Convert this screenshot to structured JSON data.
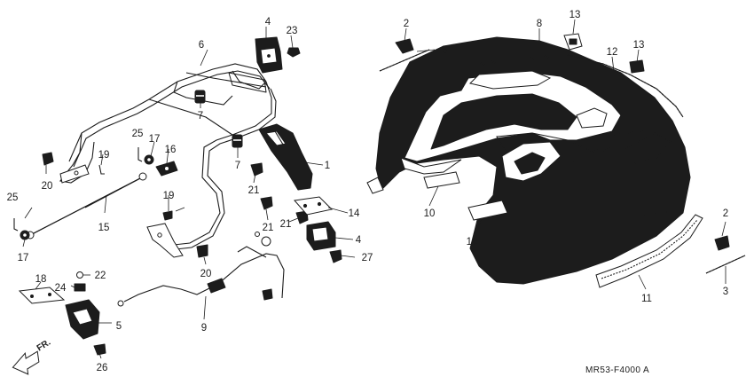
{
  "diagram_code": "MR53-F4000 A",
  "direction_label": "FR.",
  "callouts": {
    "c1": "1",
    "c2a": "2",
    "c2b": "2",
    "c3a": "3",
    "c3b": "3",
    "c4a": "4",
    "c4b": "4",
    "c5": "5",
    "c6": "6",
    "c7a": "7",
    "c7b": "7",
    "c8": "8",
    "c9": "9",
    "c10a": "10",
    "c10b": "10",
    "c11": "11",
    "c12": "12",
    "c13a": "13",
    "c13b": "13",
    "c14": "14",
    "c15": "15",
    "c16": "16",
    "c17a": "17",
    "c17b": "17",
    "c18": "18",
    "c19a": "19",
    "c19b": "19",
    "c20a": "20",
    "c20b": "20",
    "c21a": "21",
    "c21b": "21",
    "c21c": "21",
    "c22": "22",
    "c23": "23",
    "c24": "24",
    "c25a": "25",
    "c25b": "25",
    "c26": "26",
    "c27": "27"
  },
  "colors": {
    "ink": "#1c1c1c",
    "paper": "#ffffff"
  }
}
